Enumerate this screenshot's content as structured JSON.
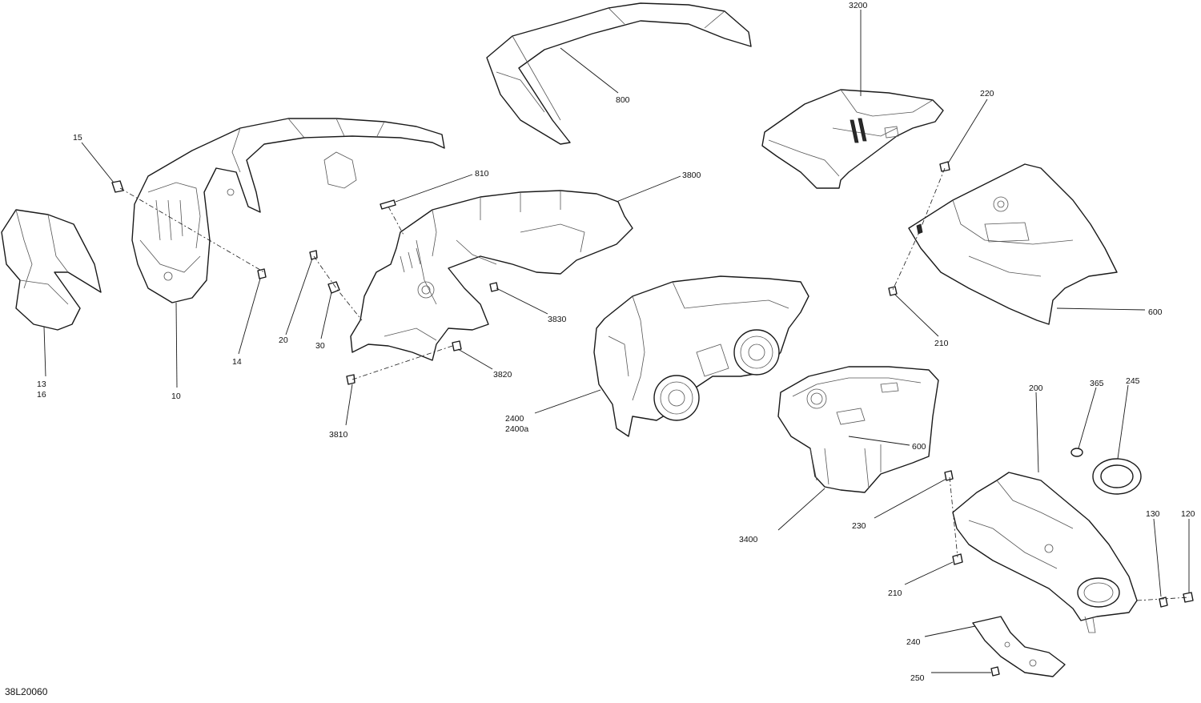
{
  "drawing_code": "38L20060",
  "callouts": [
    {
      "id": "c3200",
      "text": "3200"
    },
    {
      "id": "c800",
      "text": "800"
    },
    {
      "id": "c220",
      "text": "220"
    },
    {
      "id": "c15",
      "text": "15"
    },
    {
      "id": "c810",
      "text": "810"
    },
    {
      "id": "c3800",
      "text": "3800"
    },
    {
      "id": "c600a",
      "text": "600"
    },
    {
      "id": "c3830",
      "text": "3830"
    },
    {
      "id": "c20",
      "text": "20"
    },
    {
      "id": "c30",
      "text": "30"
    },
    {
      "id": "c14",
      "text": "14"
    },
    {
      "id": "c13",
      "text": "13"
    },
    {
      "id": "c16",
      "text": "16"
    },
    {
      "id": "c10",
      "text": "10"
    },
    {
      "id": "c210a",
      "text": "210"
    },
    {
      "id": "c3820",
      "text": "3820"
    },
    {
      "id": "c2400",
      "text": "2400"
    },
    {
      "id": "c2400a",
      "text": "2400a"
    },
    {
      "id": "c3810",
      "text": "3810"
    },
    {
      "id": "c200",
      "text": "200"
    },
    {
      "id": "c365",
      "text": "365"
    },
    {
      "id": "c245",
      "text": "245"
    },
    {
      "id": "c600b",
      "text": "600"
    },
    {
      "id": "c230",
      "text": "230"
    },
    {
      "id": "c3400",
      "text": "3400"
    },
    {
      "id": "c130",
      "text": "130"
    },
    {
      "id": "c120",
      "text": "120"
    },
    {
      "id": "c210b",
      "text": "210"
    },
    {
      "id": "c240",
      "text": "240"
    },
    {
      "id": "c250",
      "text": "250"
    }
  ]
}
